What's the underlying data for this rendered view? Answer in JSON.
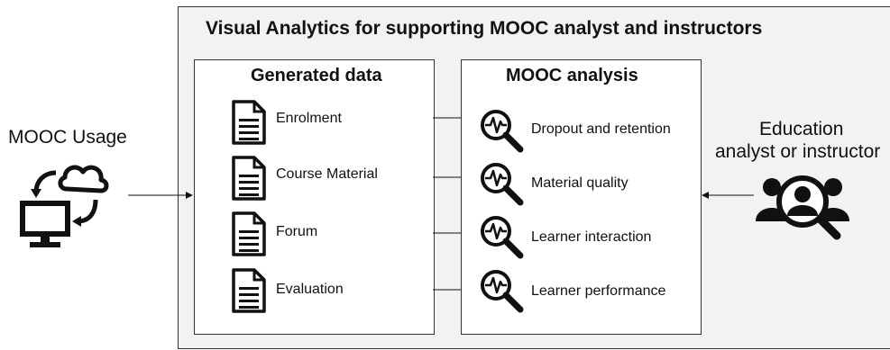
{
  "title": "Visual Analytics for supporting MOOC analyst and instructors",
  "left_label": "MOOC Usage",
  "right_label_line1": "Education",
  "right_label_line2": "analyst or instructor",
  "generated_data": {
    "title": "Generated data",
    "items": [
      {
        "label": "Enrolment",
        "icon": "document-icon"
      },
      {
        "label": "Course Material",
        "icon": "document-icon"
      },
      {
        "label": "Forum",
        "icon": "document-icon"
      },
      {
        "label": "Evaluation",
        "icon": "document-icon"
      }
    ]
  },
  "mooc_analysis": {
    "title": "MOOC analysis",
    "items": [
      {
        "label": "Dropout and retention",
        "icon": "magnifier-pulse-icon"
      },
      {
        "label": "Material quality",
        "icon": "magnifier-pulse-icon"
      },
      {
        "label": "Learner interaction",
        "icon": "magnifier-pulse-icon"
      },
      {
        "label": "Learner performance",
        "icon": "magnifier-pulse-icon"
      }
    ]
  },
  "colors": {
    "frame_bg": "#f2f2f2",
    "box_bg": "#ffffff",
    "stroke": "#111111"
  }
}
